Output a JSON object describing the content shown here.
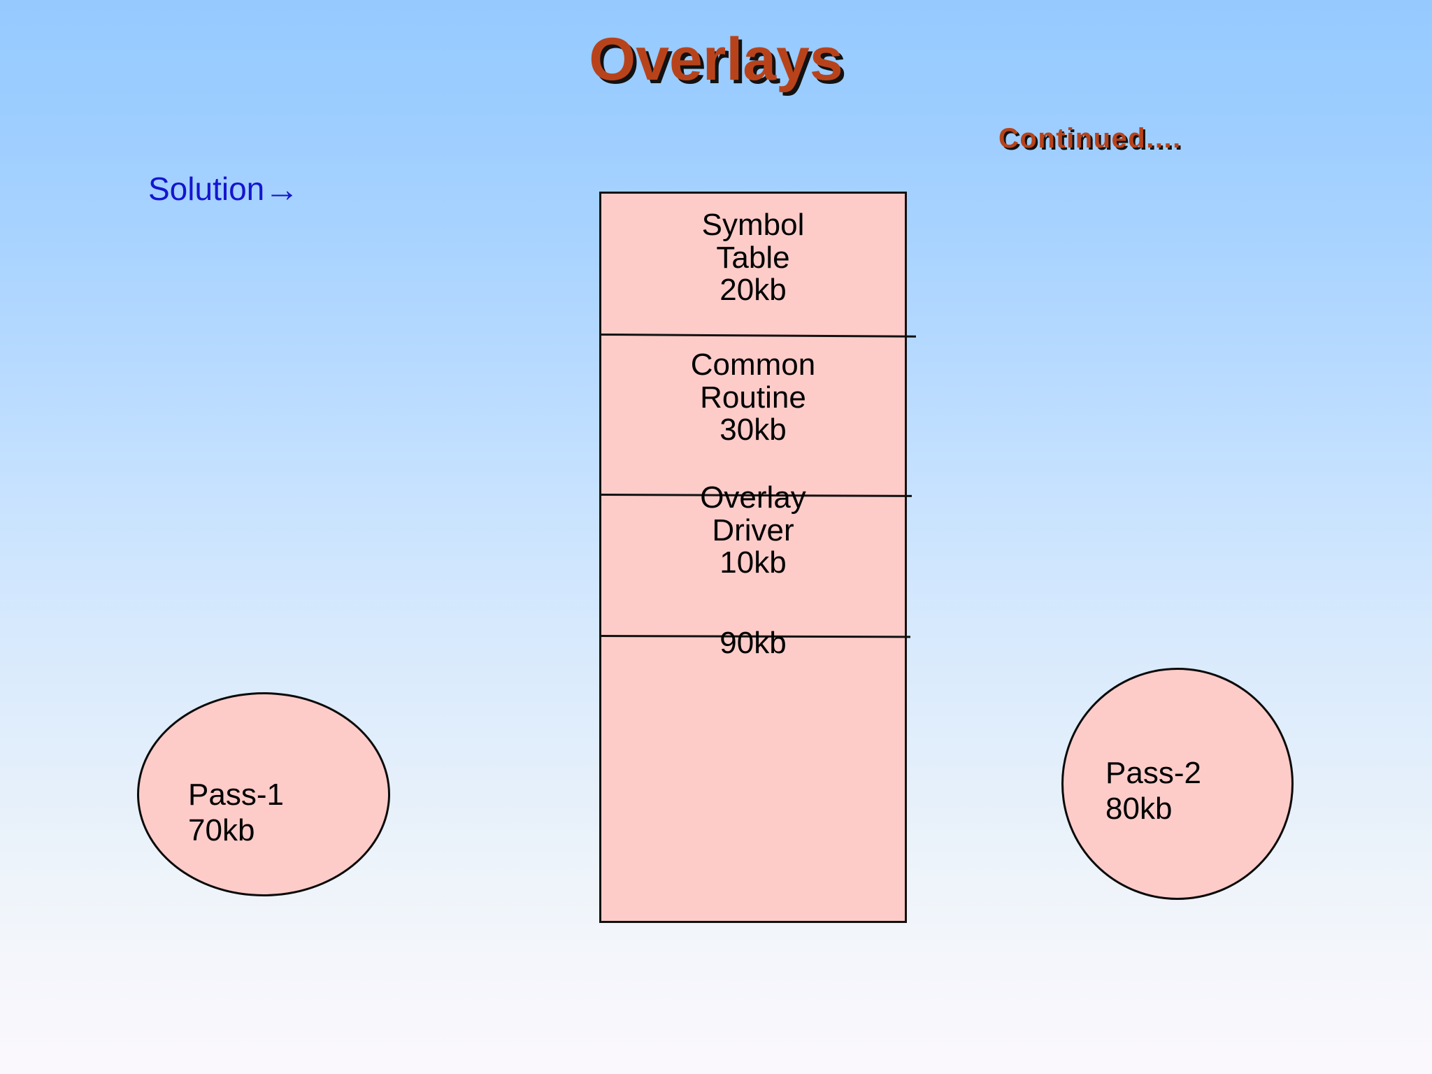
{
  "slide": {
    "title": "Overlays",
    "continued_label": "Continued....",
    "solution_label": "Solution",
    "solution_arrow": "→"
  },
  "colors": {
    "title_text": "#b8431b",
    "title_shadow": "#121212",
    "solution_text": "#1515cf",
    "shape_fill": "#fdccc9",
    "shape_border": "#111111",
    "background_top": "#96caff",
    "background_bottom": "#fbf8fd"
  },
  "memory_block": {
    "sections": [
      {
        "name": "symbol-table",
        "line1": "Symbol",
        "line2": "Table",
        "size": "20kb"
      },
      {
        "name": "common-routine",
        "line1": "Common",
        "line2": "Routine",
        "size": "30kb"
      },
      {
        "name": "overlay-driver",
        "line1": "Overlay",
        "line2": "Driver",
        "size": "10kb"
      },
      {
        "name": "free-space",
        "line1": "",
        "line2": "",
        "size": "90kb"
      }
    ]
  },
  "passes": [
    {
      "name": "pass-1",
      "label": "Pass-1",
      "size": "70kb"
    },
    {
      "name": "pass-2",
      "label": "Pass-2",
      "size": "80kb"
    }
  ]
}
